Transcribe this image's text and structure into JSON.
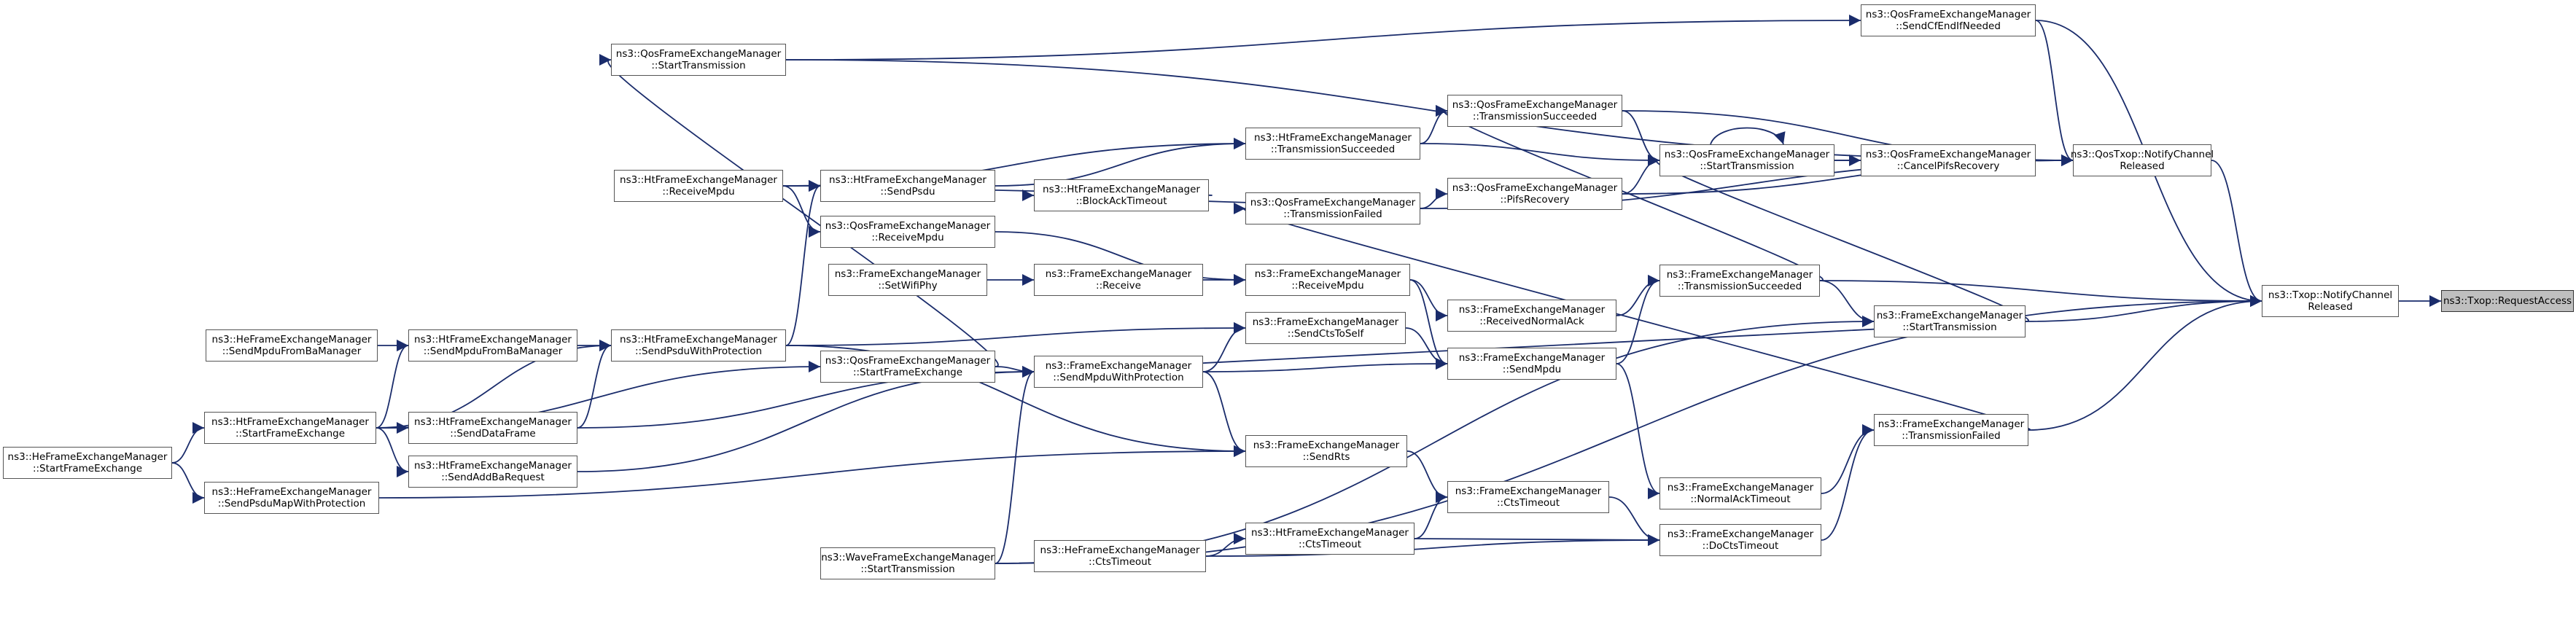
{
  "nodes": {
    "request_access": [
      "ns3::Txop::RequestAccess"
    ],
    "txop_ncr": [
      "ns3::Txop::NotifyChannel",
      "Released"
    ],
    "qostxop_ncr": [
      "ns3::QosTxop::NotifyChannel",
      "Released"
    ],
    "qos_sendcfendifneeded": [
      "ns3::QosFrameExchangeManager",
      "::SendCfEndIfNeeded"
    ],
    "qos_starttx_top": [
      "ns3::QosFrameExchangeManager",
      "::StartTransmission"
    ],
    "qos_txsucceeded": [
      "ns3::QosFrameExchangeManager",
      "::TransmissionSucceeded"
    ],
    "qos_starttx": [
      "ns3::QosFrameExchangeManager",
      "::StartTransmission"
    ],
    "qos_cancelpifs": [
      "ns3::QosFrameExchangeManager",
      "::CancelPifsRecovery"
    ],
    "qos_pifsrecovery": [
      "ns3::QosFrameExchangeManager",
      "::PifsRecovery"
    ],
    "qos_txfailed": [
      "ns3::QosFrameExchangeManager",
      "::TransmissionFailed"
    ],
    "ht_txsucceeded": [
      "ns3::HtFrameExchangeManager",
      "::TransmissionSucceeded"
    ],
    "ht_receivempdu": [
      "ns3::HtFrameExchangeManager",
      "::ReceiveMpdu"
    ],
    "ht_sendpsdu": [
      "ns3::HtFrameExchangeManager",
      "::SendPsdu"
    ],
    "ht_blockacktimeout": [
      "ns3::HtFrameExchangeManager",
      "::BlockAckTimeout"
    ],
    "qos_receivempdu": [
      "ns3::QosFrameExchangeManager",
      "::ReceiveMpdu"
    ],
    "fem_setwifiphy": [
      "ns3::FrameExchangeManager",
      "::SetWifiPhy"
    ],
    "fem_receive": [
      "ns3::FrameExchangeManager",
      "::Receive"
    ],
    "fem_receivempdu": [
      "ns3::FrameExchangeManager",
      "::ReceiveMpdu"
    ],
    "fem_receivednormalack": [
      "ns3::FrameExchangeManager",
      "::ReceivedNormalAck"
    ],
    "fem_txsucceeded": [
      "ns3::FrameExchangeManager",
      "::TransmissionSucceeded"
    ],
    "fem_starttx": [
      "ns3::FrameExchangeManager",
      "::StartTransmission"
    ],
    "he_sendmpdufromba": [
      "ns3::HeFrameExchangeManager",
      "::SendMpduFromBaManager"
    ],
    "ht_sendmpdufromba": [
      "ns3::HtFrameExchangeManager",
      "::SendMpduFromBaManager"
    ],
    "ht_sendpsduwithprot": [
      "ns3::HtFrameExchangeManager",
      "::SendPsduWithProtection"
    ],
    "fem_sendctstoself": [
      "ns3::FrameExchangeManager",
      "::SendCtsToSelf"
    ],
    "qos_startframeexchange": [
      "ns3::QosFrameExchangeManager",
      "::StartFrameExchange"
    ],
    "fem_sendmpduwithprot": [
      "ns3::FrameExchangeManager",
      "::SendMpduWithProtection"
    ],
    "fem_sendmpdu": [
      "ns3::FrameExchangeManager",
      "::SendMpdu"
    ],
    "he_startframeexchange": [
      "ns3::HeFrameExchangeManager",
      "::StartFrameExchange"
    ],
    "ht_startframeexchange": [
      "ns3::HtFrameExchangeManager",
      "::StartFrameExchange"
    ],
    "ht_senddataframe": [
      "ns3::HtFrameExchangeManager",
      "::SendDataFrame"
    ],
    "ht_sendaddbarequest": [
      "ns3::HtFrameExchangeManager",
      "::SendAddBaRequest"
    ],
    "he_sendpsdumapwithprot": [
      "ns3::HeFrameExchangeManager",
      "::SendPsduMapWithProtection"
    ],
    "fem_sendrts": [
      "ns3::FrameExchangeManager",
      "::SendRts"
    ],
    "fem_ctstimeout": [
      "ns3::FrameExchangeManager",
      "::CtsTimeout"
    ],
    "fem_normalacktimeout": [
      "ns3::FrameExchangeManager",
      "::NormalAckTimeout"
    ],
    "fem_txfailed": [
      "ns3::FrameExchangeManager",
      "::TransmissionFailed"
    ],
    "ht_ctstimeout": [
      "ns3::HtFrameExchangeManager",
      "::CtsTimeout"
    ],
    "he_ctstimeout": [
      "ns3::HeFrameExchangeManager",
      "::CtsTimeout"
    ],
    "fem_doctstimeout": [
      "ns3::FrameExchangeManager",
      "::DoCtsTimeout"
    ],
    "wave_starttx": [
      "ns3::WaveFrameExchangeManager",
      "::StartTransmission"
    ]
  },
  "colors": {
    "edge": "#1a2c6b",
    "node_border": "#555555",
    "highlight_fill": "#bfbfbf"
  }
}
